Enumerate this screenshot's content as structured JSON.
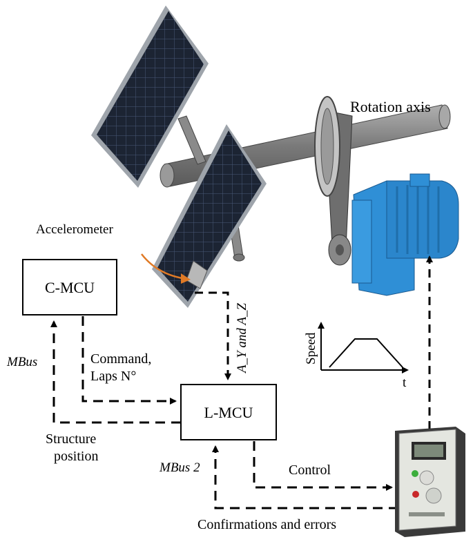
{
  "labels": {
    "rotation_axis": "Rotation axis",
    "accelerometer": "Accelerometer",
    "c_mcu": "C-MCU",
    "l_mcu": "L-MCU",
    "command": "Command,",
    "laps": "Laps N°",
    "mbus": "MBus",
    "mbus2": "MBus 2",
    "structure": "Structure",
    "position": "position",
    "control": "Control",
    "confirmations": "Confirmations and errors",
    "ay_and_az": "A_Y and A_Z",
    "speed": "Speed",
    "t": "t"
  },
  "colors": {
    "line": "#000000",
    "panel_dark": "#1c2433",
    "panel_grid": "#4a5a78",
    "panel_frame": "#9ea4ab",
    "shaft": "#8c8c8c",
    "motor_blue": "#2f8fd6",
    "accel_arrow": "#e07a26",
    "drive_body": "#e4e6e0"
  }
}
